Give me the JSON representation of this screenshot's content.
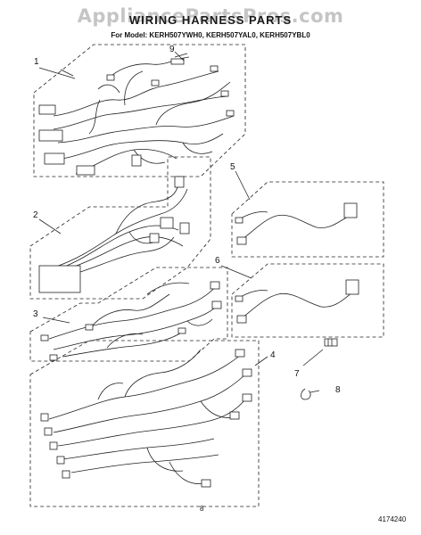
{
  "header": {
    "watermark": "AppliancePartsPros.com",
    "title": "WIRING HARNESS PARTS",
    "subtitle": "For Model: KERH507YWH0, KERH507YAL0, KERH507YBL0"
  },
  "callouts": [
    "1",
    "2",
    "3",
    "4",
    "5",
    "6",
    "7",
    "8",
    "9"
  ],
  "footer": {
    "page_number": "8",
    "document_number": "4174240"
  },
  "colors": {
    "line": "#222222",
    "watermark": "#969696"
  }
}
